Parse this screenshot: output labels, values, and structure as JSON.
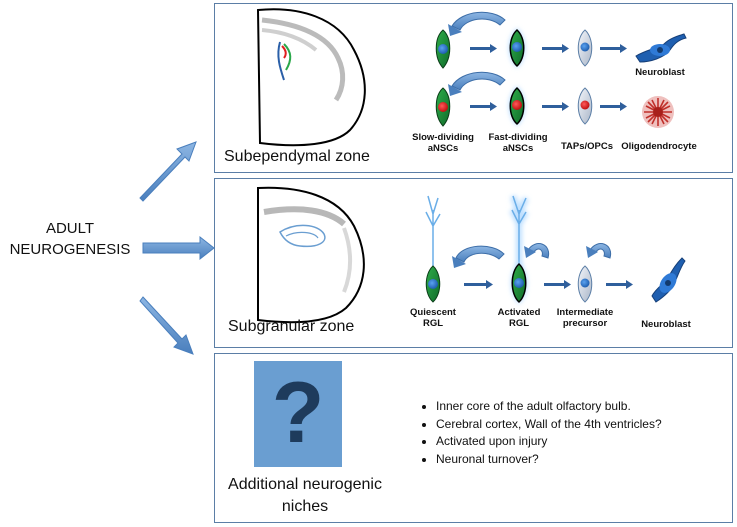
{
  "left_title": {
    "line1": "ADULT",
    "line2": "NEUROGENESIS"
  },
  "panel_sez": {
    "zone_label": "Subependymal zone",
    "labels": {
      "slow": "Slow-dividing aNSCs",
      "fast": "Fast-dividing aNSCs",
      "taps": "TAPs/OPCs",
      "oligo": "Oligodendrocyte",
      "neuroblast": "Neuroblast"
    }
  },
  "panel_sgz": {
    "zone_label": "Subgranular zone",
    "labels": {
      "quiescent": "Quiescent RGL",
      "activated": "Activated RGL",
      "intermediate": "Intermediate precursor",
      "neuroblast": "Neuroblast"
    }
  },
  "panel_niches": {
    "label": "Additional neurogenic niches",
    "symbol": "?",
    "bullets": [
      "Inner core of the adult olfactory bulb.",
      "Cerebral cortex, Wall of the 4th ventricles?",
      "Activated upon injury",
      "Neuronal turnover?"
    ]
  },
  "colors": {
    "panel_border": "#5b7ea6",
    "arrow_blue": "#5b8fc7",
    "cell_green": "#1f8a3a",
    "nucleus_blue": "#2a73c9",
    "nucleus_red": "#e01e1e",
    "oligo_red": "#c0302b",
    "question_box": "#6a9ed1"
  }
}
